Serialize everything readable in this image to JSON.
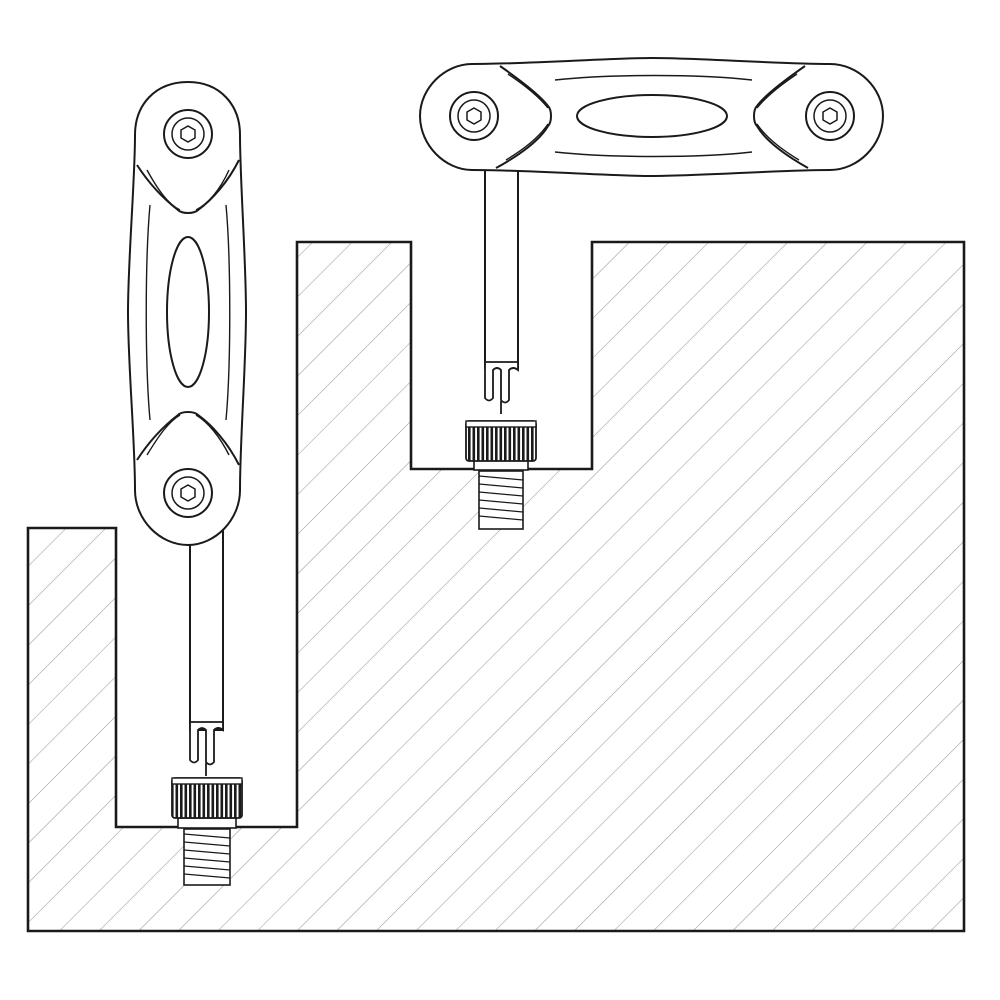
{
  "diagram": {
    "parts": [
      {
        "name": "workpiece-block",
        "role": "cross-section with stepped pockets"
      },
      {
        "name": "t-handle-torx-key-vertical-handle",
        "role": "tool inserted in lower pocket"
      },
      {
        "name": "t-handle-torx-key-horizontal-handle",
        "role": "tool inserted in upper pocket"
      },
      {
        "name": "socket-head-cap-screw",
        "count": 2
      }
    ],
    "colors": {
      "stroke": "#1a1a1a",
      "hatch": "#9a9a9a",
      "background": "#ffffff",
      "knurl": "#1a1a1a"
    }
  }
}
